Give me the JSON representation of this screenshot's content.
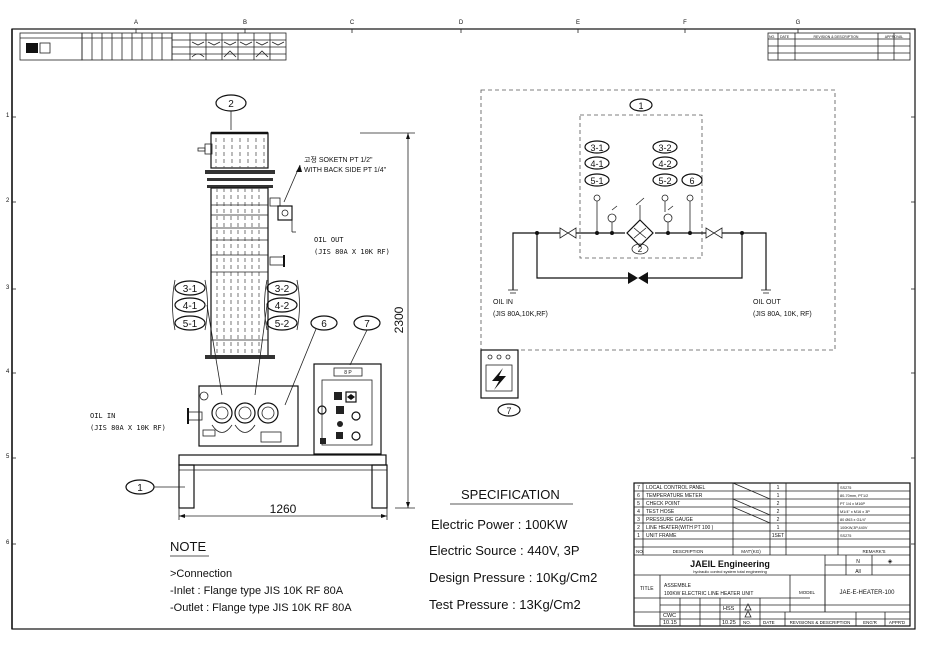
{
  "border": {
    "columns": [
      "A",
      "B",
      "C",
      "D",
      "E",
      "F",
      "G"
    ],
    "rows": [
      "1",
      "2",
      "3",
      "4",
      "5",
      "6"
    ]
  },
  "elevation": {
    "callouts": {
      "top": "2",
      "left": [
        "3-1",
        "4-1",
        "5-1"
      ],
      "right": [
        "3-2",
        "4-2",
        "5-2"
      ],
      "panel_cable": "6",
      "panel": "7",
      "frame": "1"
    },
    "socket_note": [
      "고정 SOKETN PT 1/2\"",
      "WITH BACK SIDE PT 1/4\""
    ],
    "oil_out": [
      "OIL OUT",
      "(JIS 80A X 10K RF)"
    ],
    "oil_in": [
      "OIL IN",
      "(JIS 80A X 10K RF)"
    ],
    "dim_height": "2300",
    "dim_width": "1260",
    "panel_label": "8 P"
  },
  "pid": {
    "callout_top": "1",
    "left_instruments": [
      "3-1",
      "4-1",
      "5-1"
    ],
    "right_instruments": [
      "3-2",
      "4-2",
      "5-2",
      "6"
    ],
    "heater": "2",
    "oil_in": [
      "OIL IN",
      "(JIS 80A,10K,RF)"
    ],
    "oil_out": [
      "OIL OUT",
      "(JIS 80A, 10K, RF)"
    ],
    "panel_callout": "7"
  },
  "note": {
    "title": "NOTE",
    "lines": [
      ">Connection",
      "-Inlet : Flange type JIS 10K RF 80A",
      "-Outlet : Flange type JIS 10K RF 80A"
    ]
  },
  "spec": {
    "title": "SPECIFICATION",
    "lines": [
      "Electric Power : 100KW",
      "Electric Source : 440V, 3P",
      "Design Pressure : 10Kg/Cm2",
      "Test Pressure : 13Kg/Cm2"
    ]
  },
  "bom": {
    "rows": [
      {
        "no": "7",
        "desc": "LOCAL CONTROL PANEL",
        "qty": "1",
        "remark": "SS275"
      },
      {
        "no": "6",
        "desc": "TEMPERATURE METER",
        "qty": "1",
        "remark": "80-70mm, PT1/2"
      },
      {
        "no": "5",
        "desc": "CHECK POINT",
        "qty": "2",
        "remark": "PT 1/4 x M16P"
      },
      {
        "no": "4",
        "desc": "TEST HOSE",
        "qty": "2",
        "remark": "M1/4\" x M16 x 3P"
      },
      {
        "no": "3",
        "desc": "PRESSURE GAUGE",
        "qty": "2",
        "remark": "80 Ø63 x G1/4\""
      },
      {
        "no": "2",
        "desc": "LINE HEATER(WITH PT 100 )",
        "qty": "1",
        "remark": "100KW,3P,440V"
      },
      {
        "no": "1",
        "desc": "UNIT FRAME",
        "qty": "1SET",
        "remark": "SS275"
      }
    ],
    "header": {
      "no": "NO.",
      "desc": "DESCRIPTION",
      "mat": "MAT'(KG)",
      "remark": "REMARK'S"
    },
    "company": "JAEIL Engineering",
    "company_sub": "hydraulic control system total engineering",
    "title_label": "TITLE",
    "title_line1": "ASSEMBLE",
    "title_line2": "100KW ELECTRIC LINE HEATER UNIT",
    "model_label": "MODEL",
    "model": "JAE-E-HEATER-100",
    "scale_val": "N",
    "unit_val": "All",
    "drawn": "CWC",
    "checked": "HSS",
    "date1": "10.15",
    "date2": "10.25",
    "rev_header": [
      "NO.",
      "DATE",
      "REVISIONS & DESCRIPTION",
      "ENG'R",
      "APPR'D"
    ]
  },
  "revision": {
    "header": [
      "NO.",
      "DATE",
      "REVISION & DESCRIPTION",
      "APPROVAL"
    ]
  }
}
